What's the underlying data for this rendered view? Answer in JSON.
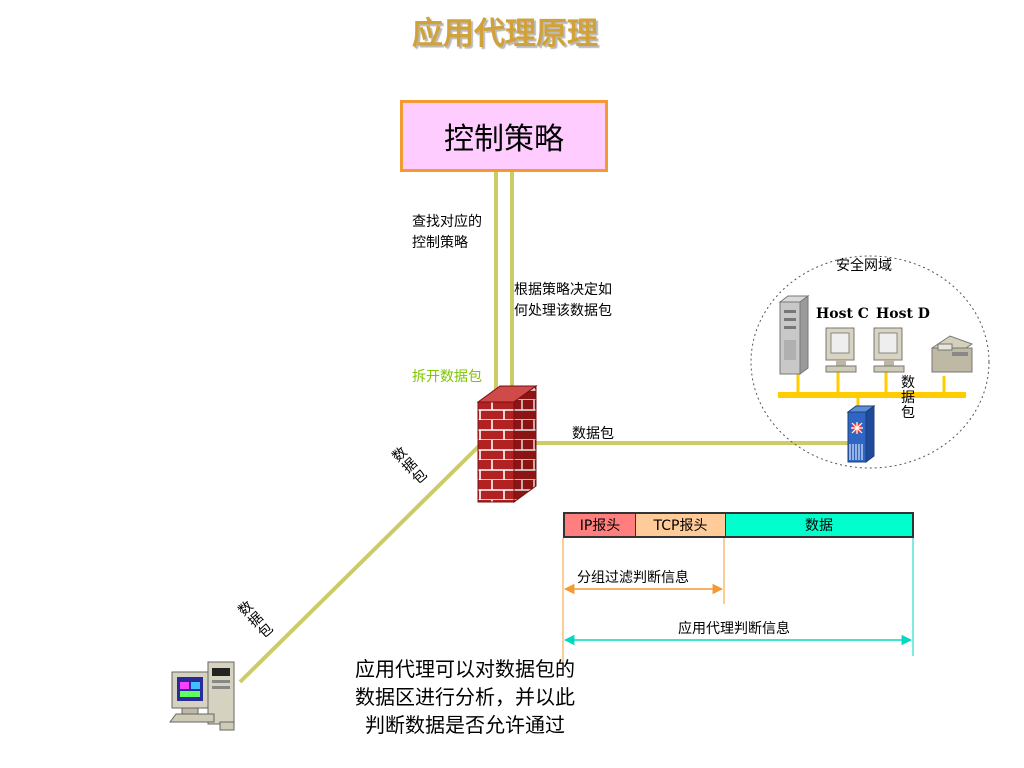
{
  "title": "应用代理原理",
  "policy_box": {
    "label": "控制策略"
  },
  "labels": {
    "lookup_policy": [
      "查找对应的",
      "控制策略"
    ],
    "decide_handling": [
      "根据策略决定如",
      "何处理该数据包"
    ],
    "unpack_packet": "拆开数据包",
    "packet_right": "数据包",
    "packet_firewall_diag": "数据包",
    "packet_client_diag": "数据包",
    "packet_vertical_right": "数据包"
  },
  "secure_zone": {
    "title": "安全网域",
    "host_c": "Host C",
    "host_d": "Host D"
  },
  "packet_structure": {
    "ip_header": "IP报头",
    "tcp_header": "TCP报头",
    "data": "数据",
    "packet_filter_info": "分组过滤判断信息",
    "app_proxy_info": "应用代理判断信息"
  },
  "caption": [
    "应用代理可以对数据包的",
    "数据区进行分析，并以此",
    "判断数据是否允许通过"
  ],
  "colors": {
    "title": "#d1a23a",
    "line": "#cccc66",
    "policy_fill": "#ffccff",
    "policy_border": "#f39a32",
    "ip_header": "#ff7f7f",
    "tcp_header": "#ffcc99",
    "data_segment": "#00ffcc",
    "filter_arrow": "#f39a32",
    "proxy_arrow": "#00d9c0",
    "network_bus": "#ffcc00",
    "firewall_brick": "#b22222",
    "unpack_label": "#7dc600"
  }
}
